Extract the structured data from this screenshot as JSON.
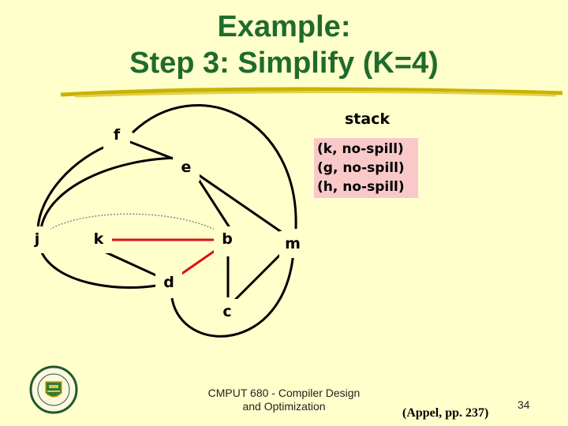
{
  "title": {
    "line1": "Example:",
    "line2": "Step 3: Simplify (K=4)"
  },
  "stack": {
    "label": "stack",
    "items": [
      "(k, no-spill)",
      "(g, no-spill)",
      "(h, no-spill)"
    ],
    "box_color": "#f9c9c9"
  },
  "graph": {
    "nodes": [
      "f",
      "e",
      "j",
      "k",
      "b",
      "m",
      "d",
      "c"
    ],
    "edge_colors": {
      "normal": "#000000",
      "simplified": "#dd1111",
      "move": "#888888"
    }
  },
  "footer": {
    "line1": "CMPUT 680 - Compiler Design",
    "line2": "and Optimization"
  },
  "citation": "(Appel, pp. 237)",
  "page_number": "34",
  "logo": {
    "icon": "university-of-alberta-seal-icon"
  },
  "colors": {
    "background": "#ffffcc",
    "title": "#1f6b2c"
  }
}
